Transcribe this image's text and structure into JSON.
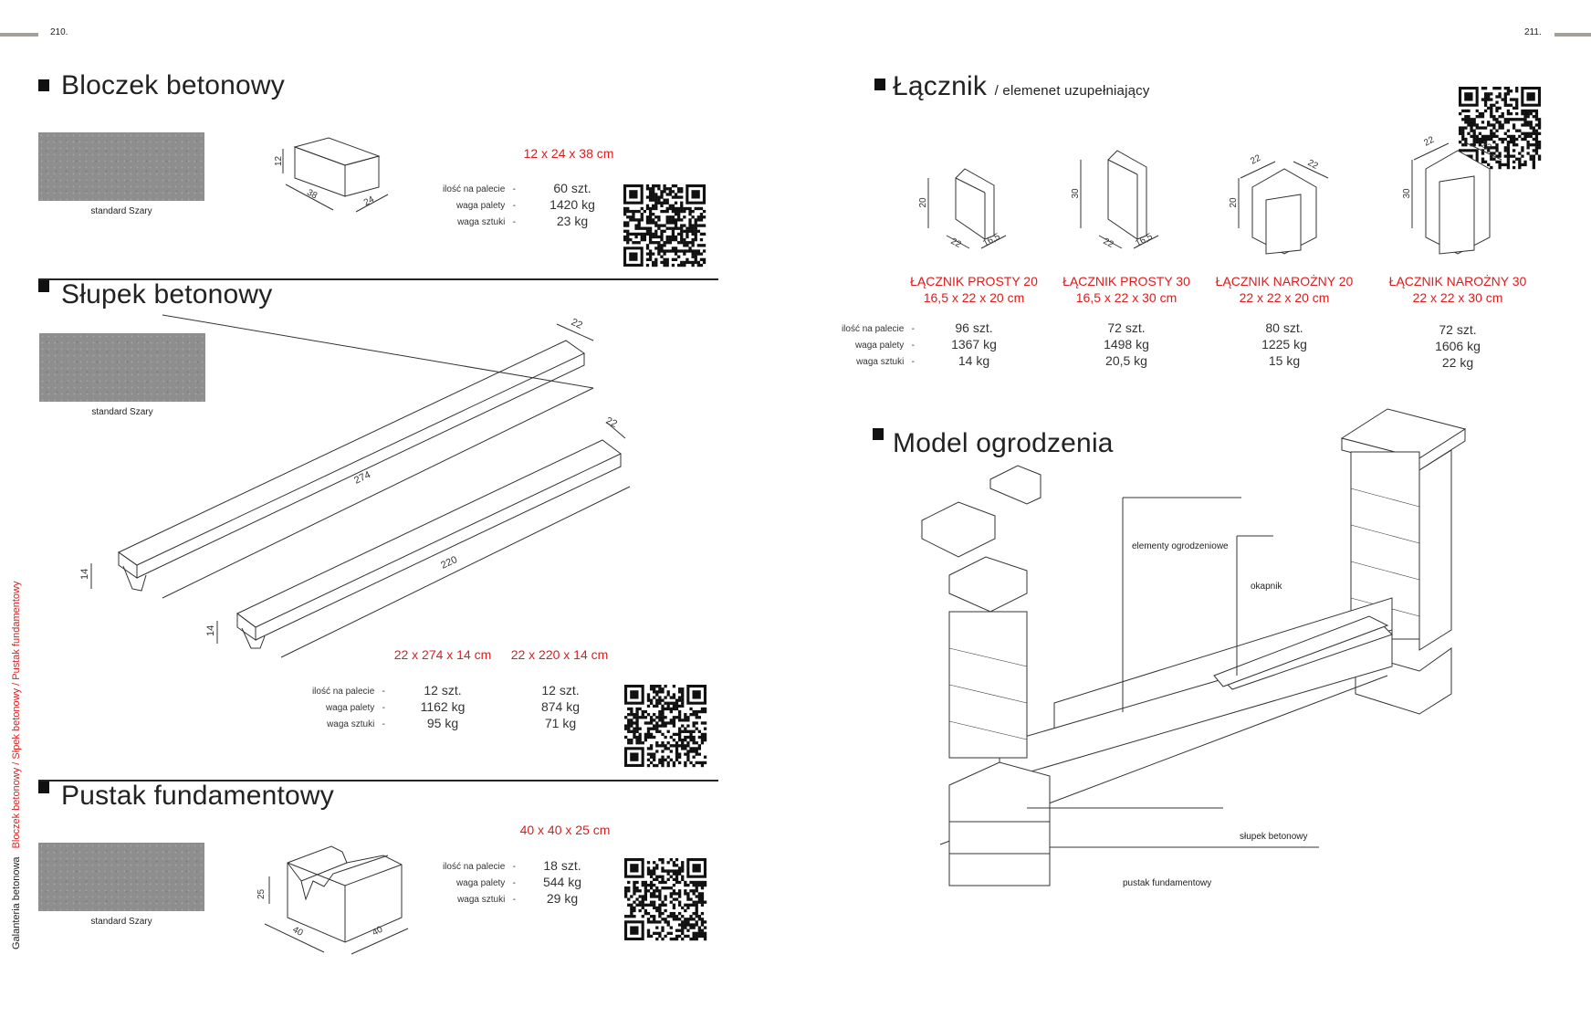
{
  "page_left": {
    "number": "210."
  },
  "page_right": {
    "number": "211."
  },
  "side_label": {
    "category": "Galanteria betonowa",
    "sections": "Bloczek betonowy / Słpek betonowy / Pustak fundamentowy"
  },
  "spec_labels": {
    "qty": "ilość na palecie",
    "pallet": "waga palety",
    "piece": "waga sztuki",
    "dash": "-"
  },
  "bloczek": {
    "title": "Bloczek betonowy",
    "swatch_label": "standard Szary",
    "dims": {
      "h": "12",
      "l": "38",
      "w": "24"
    },
    "size": "12 x 24 x 38 cm",
    "qty": "60 szt.",
    "pallet": "1420 kg",
    "piece": "23 kg"
  },
  "slupek": {
    "title": "Słupek betonowy",
    "swatch_label": "standard Szary",
    "dims": {
      "w1": "22",
      "l1": "274",
      "h1": "14",
      "w2": "22",
      "l2": "220",
      "h2": "14"
    },
    "variants": [
      {
        "size": "22 x 274 x 14 cm",
        "qty": "12 szt.",
        "pallet": "1162 kg",
        "piece": "95 kg"
      },
      {
        "size": "22 x 220 x 14 cm",
        "qty": "12 szt.",
        "pallet": "874 kg",
        "piece": "71 kg"
      }
    ]
  },
  "pustak": {
    "title": "Pustak fundamentowy",
    "swatch_label": "standard Szary",
    "dims": {
      "h": "25",
      "l": "40",
      "w": "40"
    },
    "size": "40 x 40 x 25 cm",
    "qty": "18 szt.",
    "pallet": "544 kg",
    "piece": "29 kg"
  },
  "lacznik": {
    "title": "Łącznik",
    "subtitle": "/ elemenet uzupełniający",
    "items": [
      {
        "name": "ŁĄCZNIK PROSTY 20",
        "size": "16,5 x 22 x 20 cm",
        "qty": "96 szt.",
        "pallet": "1367 kg",
        "piece": "14 kg",
        "d1": "20",
        "d2": "22",
        "d3": "16,5"
      },
      {
        "name": "ŁĄCZNIK PROSTY 30",
        "size": "16,5 x 22 x 30 cm",
        "qty": "72 szt.",
        "pallet": "1498 kg",
        "piece": "20,5 kg",
        "d1": "30",
        "d2": "22",
        "d3": "16,5"
      },
      {
        "name": "ŁĄCZNIK NAROŻNY 20",
        "size": "22 x 22 x 20 cm",
        "qty": "80 szt.",
        "pallet": "1225 kg",
        "piece": "15 kg",
        "d1": "20",
        "d2": "22",
        "d3": "22"
      },
      {
        "name": "ŁĄCZNIK NAROŻNY 30",
        "size": "22 x 22 x 30 cm",
        "qty": "72 szt.",
        "pallet": "1606 kg",
        "piece": "22 kg",
        "d1": "30",
        "d2": "22",
        "d3": "22"
      }
    ]
  },
  "model": {
    "title": "Model ogrodzenia",
    "labels": {
      "elements": "elementy ogrodzeniowe",
      "cap": "okapnik",
      "post": "słupek betonowy",
      "foundation": "pustak fundamentowy"
    }
  },
  "colors": {
    "accent": "#e01b1b",
    "swatch": "#8e8e8e",
    "page_bar": "#a59f9a"
  }
}
